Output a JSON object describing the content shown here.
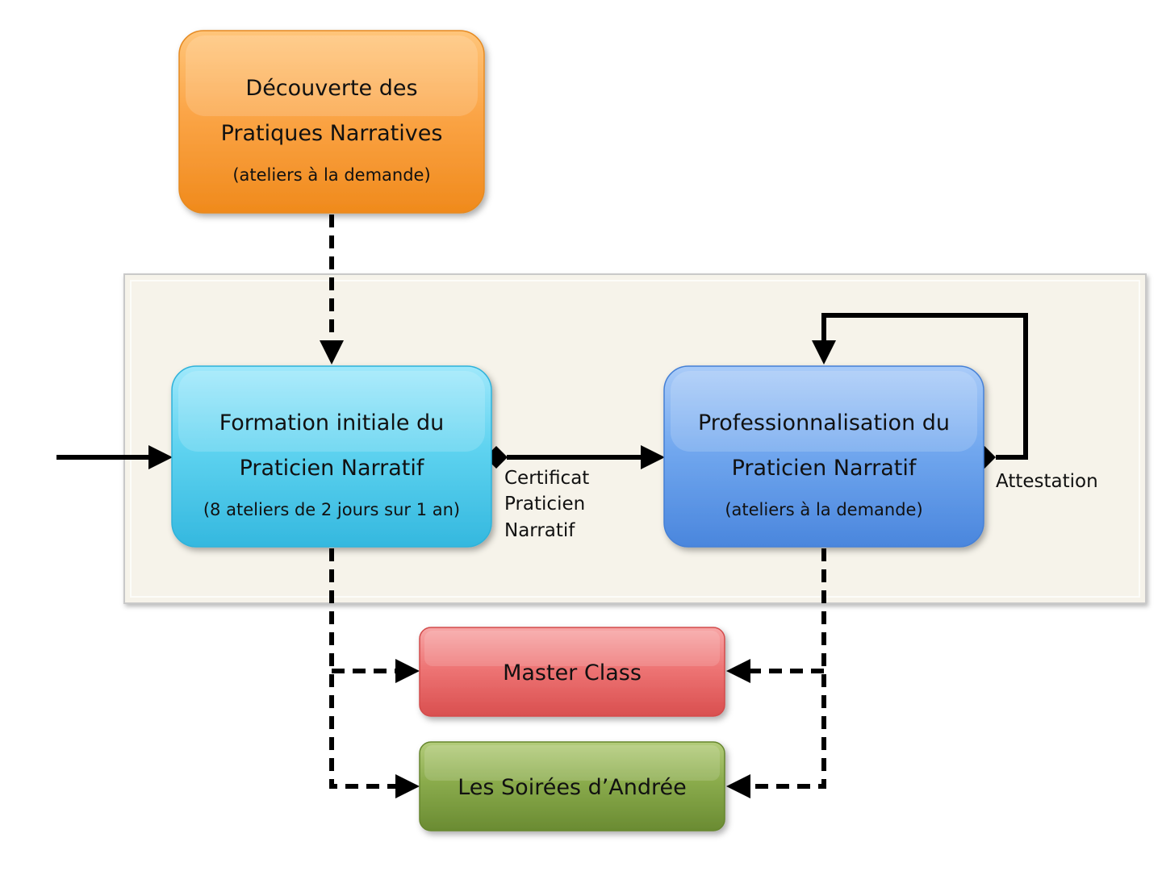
{
  "nodes": {
    "decouverte": {
      "line1": "Découverte des",
      "line2": "Pratiques Narratives",
      "line3": "(ateliers à la demande)"
    },
    "formation": {
      "line1": "Formation initiale du",
      "line2": "Praticien Narratif",
      "line3": "(8 ateliers de 2 jours sur 1 an)"
    },
    "professionnalisation": {
      "line1": "Professionnalisation du",
      "line2": "Praticien Narratif",
      "line3": "(ateliers à la demande)"
    },
    "master_class": {
      "label": "Master Class"
    },
    "soirees": {
      "label": "Les Soirées d’Andrée"
    }
  },
  "edge_labels": {
    "certificat": [
      "Certificat",
      "Praticien",
      "Narratif"
    ],
    "attestation": "Attestation"
  },
  "colors": {
    "orange_node": "#f9a23e",
    "cyan_node": "#5cd0ee",
    "blue_node": "#6ea7ef",
    "red_node": "#ec6f6f",
    "green_node": "#86a64a",
    "container_background": "#f6f3ea",
    "connector": "#000000"
  }
}
